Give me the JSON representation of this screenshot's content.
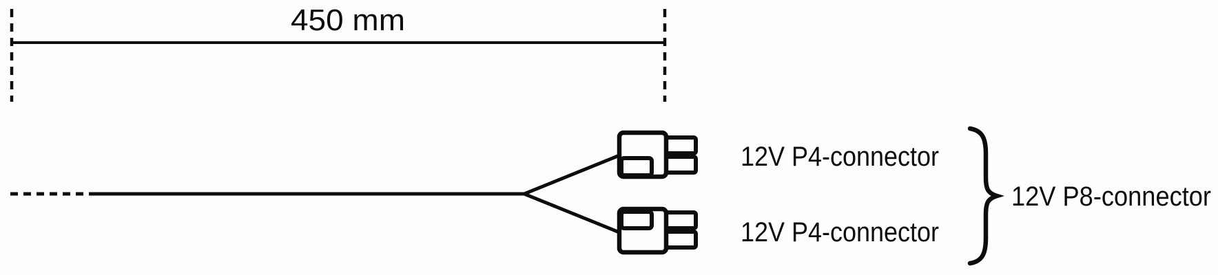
{
  "diagram": {
    "dimension": {
      "label": "450 mm"
    },
    "connectors": {
      "upper_label": "12V P4-connector",
      "lower_label": "12V P4-connector",
      "group_label": "12V P8-connector"
    },
    "colors": {
      "ink": "#0d0d0d",
      "background": "#fefefe"
    }
  }
}
